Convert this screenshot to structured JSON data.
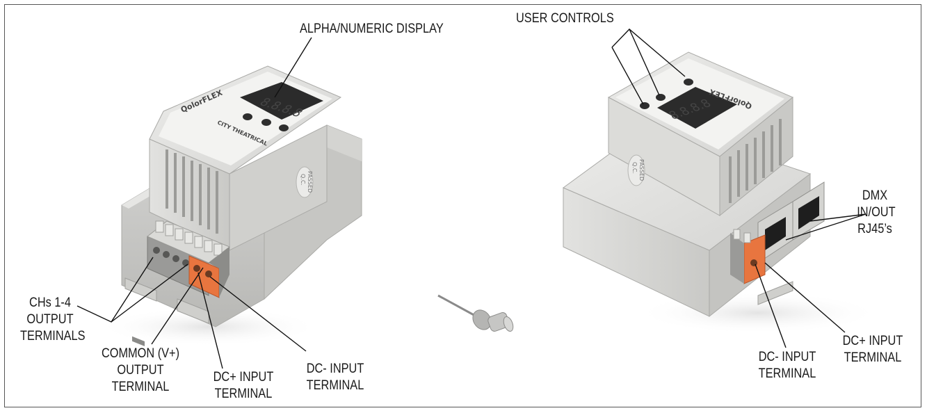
{
  "labels": {
    "alpha_numeric_display": "ALPHA/NUMERIC DISPLAY",
    "user_controls": "USER CONTROLS",
    "dmx": [
      "DMX",
      "IN/OUT",
      "RJ45’s"
    ],
    "chs_output": [
      "CHs 1-4",
      "OUTPUT",
      "TERMINALS"
    ],
    "common_output": [
      "COMMON (V+)",
      "OUTPUT",
      "TERMINAL"
    ],
    "dc_plus_left": [
      "DC+ INPUT",
      "TERMINAL"
    ],
    "dc_minus_left": [
      "DC- INPUT",
      "TERMINAL"
    ],
    "dc_minus_right": [
      "DC- INPUT",
      "TERMINAL"
    ],
    "dc_plus_right": [
      "DC+ INPUT",
      "TERMINAL"
    ]
  },
  "device": {
    "brand": "QolorFLEX",
    "maker": "CITY THEATRICAL",
    "seal": [
      "Q.C.",
      "PASSED"
    ],
    "display_digits": "8.8.8.8"
  },
  "colors": {
    "housing": "#d9d9d7",
    "housing_shadow": "#b9b9b6",
    "terminal_gray": "#9a9a98",
    "terminal_orange": "#e8753f",
    "display_bg": "#2b2b2b",
    "leader": "#111111"
  }
}
